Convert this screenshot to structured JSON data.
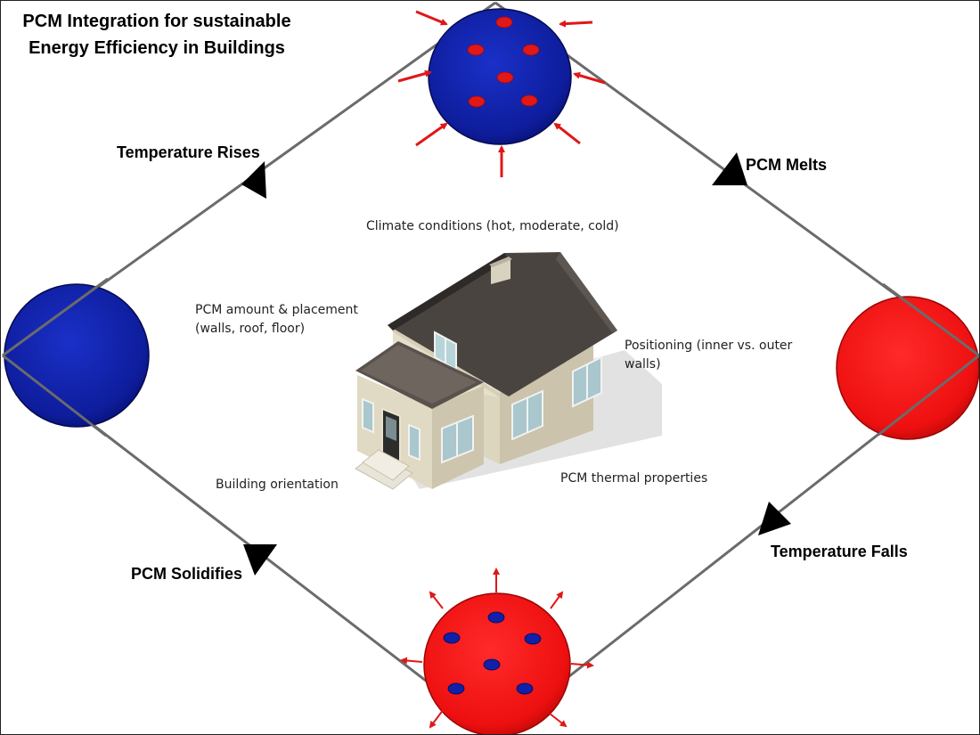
{
  "title": {
    "line1": "PCM Integration for sustainable",
    "line2": "Energy Efficiency in Buildings"
  },
  "cycle": {
    "temperature_rises": "Temperature Rises",
    "pcm_melts": "PCM Melts",
    "temperature_falls": "Temperature Falls",
    "pcm_solidifies": "PCM Solidifies"
  },
  "factors": {
    "climate": "Climate conditions (hot, moderate, cold)",
    "amount_line1": "PCM amount & placement",
    "amount_line2": "(walls, roof, floor)",
    "positioning_line1": "Positioning (inner vs. outer",
    "positioning_line2": "walls)",
    "orientation": "Building orientation",
    "thermal": "PCM thermal properties"
  },
  "colors": {
    "solid_blue": "#1020a8",
    "liquid_red": "#ee1010",
    "arrow_red": "#e01818",
    "connector_gray": "#6b6b6b",
    "roof_dark": "#4a4440",
    "wall_beige": "#ddd6bf"
  },
  "icons": {
    "house": "house-illustration",
    "cycle_arrow": "triangle-arrowhead",
    "heat_in": "inward-arrow",
    "heat_out": "outward-arrow"
  }
}
